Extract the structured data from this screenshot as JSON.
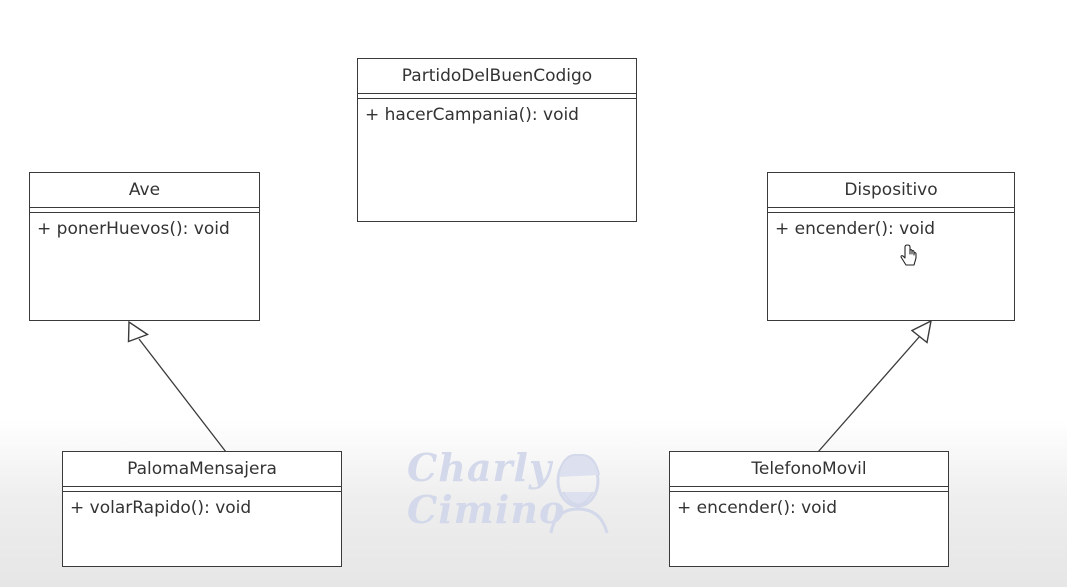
{
  "diagram": {
    "classes": [
      {
        "id": "ave",
        "name": "Ave",
        "methods": [
          "+ ponerHuevos(): void"
        ]
      },
      {
        "id": "partido",
        "name": "PartidoDelBuenCodigo",
        "methods": [
          "+ hacerCampania(): void"
        ]
      },
      {
        "id": "dispositivo",
        "name": "Dispositivo",
        "methods": [
          "+ encender(): void"
        ]
      },
      {
        "id": "paloma",
        "name": "PalomaMensajera",
        "methods": [
          "+ volarRapido(): void"
        ]
      },
      {
        "id": "telefono",
        "name": "TelefonoMovil",
        "methods": [
          "+ encender(): void"
        ]
      }
    ],
    "relations": [
      {
        "type": "generalization",
        "from": "paloma",
        "to": "ave"
      },
      {
        "type": "generalization",
        "from": "telefono",
        "to": "dispositivo"
      }
    ]
  },
  "watermark": {
    "line1": "Charly",
    "line2": "Cimino"
  },
  "colors": {
    "stroke": "#3a3a3a",
    "text": "#333333",
    "watermark": "#d3d8ea"
  }
}
